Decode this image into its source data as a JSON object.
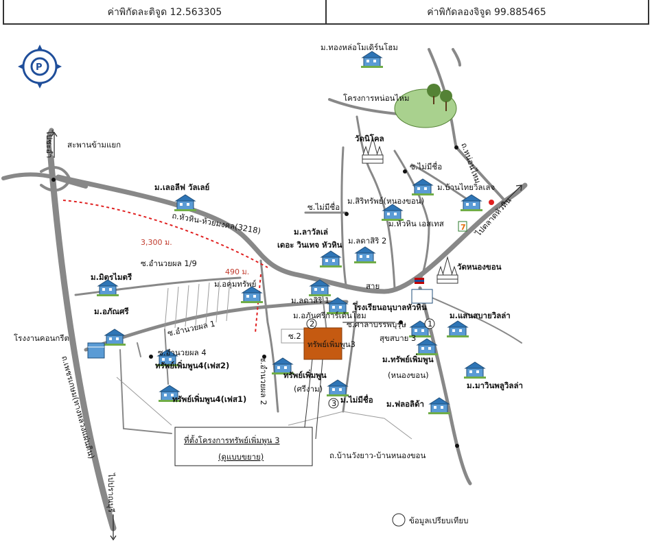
{
  "header": {
    "lat_label": "ค่าพิกัดละติจูด 12.563305",
    "lon_label": "ค่าพิกัดลองจิจูด 99.885465"
  },
  "labels": {
    "thonglor": "ม.ทองหล่อโมเดิร์นโฮม",
    "nonglhom_project": "โครงการหน่อนไหม",
    "sapan": "สะพานข้ามแยก",
    "to_chaam": "ไปชะอำ",
    "to_pranburi": "ไปปราณบุรี",
    "phetkasem": "ถ.เพชรเกษม(ทางหลวงแผ่นดิน)",
    "leisure": "ม.เลอลีฟ วัลเลย์",
    "huahin_road": "ถ.หัวหิน-ห้วยมงคล(3218)",
    "dist_3300": "3,300 ม.",
    "dist_490": "490 ม.",
    "wat_nikhom": "วัดนิโคล",
    "soi_mai_mi_chue_top": "ซ.ไม่มีชื่อ",
    "mu_ban_thai": "ม.บ้านไทยวิลเลจ",
    "sirisap": "ม.สิริทรัพย์(หนองขอน)",
    "soi_mai_mi_chue_mid": "ซ.ไม่มีชื่อ",
    "huahin_estate": "ม.หัวหิน เอสเทส",
    "nong_hom_road": "ถ.หน่อนไหม",
    "to_market": "ไปตลาดหัวหิน",
    "lavalle": "ม.ลาวัลเล่",
    "lavalle2": "เดอะ วินเทจ หัวหิน",
    "ladasiri2": "ม.ลดาสิริ 2",
    "wat_nong_khon": "วัดหนองขอน",
    "amnuaiphon19": "ซ.อำนวยผล 1/9",
    "mitrmaitri": "ม.มิตรไมตรี",
    "akhan": "ม.อคุมทรัพย์",
    "aphansri": "ม.อภัณศรี",
    "amnuaiphon1": "ซ.อำนวยผล 1",
    "ladasiri1": "ม.ลดาสิริ 1",
    "school": "โรงเรียนอนุบาลหัวหิน",
    "aphan_green": "ม.อภันศรีการ์เด้นโฮม",
    "sala": "ซ.ศาลาบรรพบุรุษ",
    "sansabai": "ม.แสนสบายวิลล่า",
    "soi2": "ซ.2",
    "subject": "ทรัพย์เพิ่มพูน3",
    "suksabai": "สุขสบาย 3",
    "concrete": "โรงงานคอนกรีต",
    "amnuaiphon4": "ซ.อำนวยผล 4",
    "phase2": "ทรัพย์เพิ่มพูน4(เฟส2)",
    "soi_amnuai2": "ซ.อำนวยผล 2",
    "srisuk": "ทรัพย์เพิ่มพูน",
    "srisuk2": "(ศรีงาม)",
    "sap_nongkhon": "ม.ทรัพย์เพิ่มพูน",
    "sap_nongkhon2": "(หนองขอน)",
    "mawin": "ม.มาวินพลูวิลล่า",
    "phase1": "ทรัพย์เพิ่มพูน4(เฟส1)",
    "soi_mai_mi_chue_bottom": "ม.ไม่มีชื่อ",
    "florida": "ม.ฟลอลิด้า",
    "callout1": "ที่ตั้งโครงการทรัพย์เพิ่มพูน 3",
    "callout2": "(ดูแบบขยาย)",
    "wangyao": "ถ.บ้านวังยาว-บ้านหนองขอน",
    "legend": "ข้อมูลเปรียบเทียบ",
    "c1": "1",
    "c2": "2",
    "c3": "3",
    "salaya": "สาย"
  }
}
